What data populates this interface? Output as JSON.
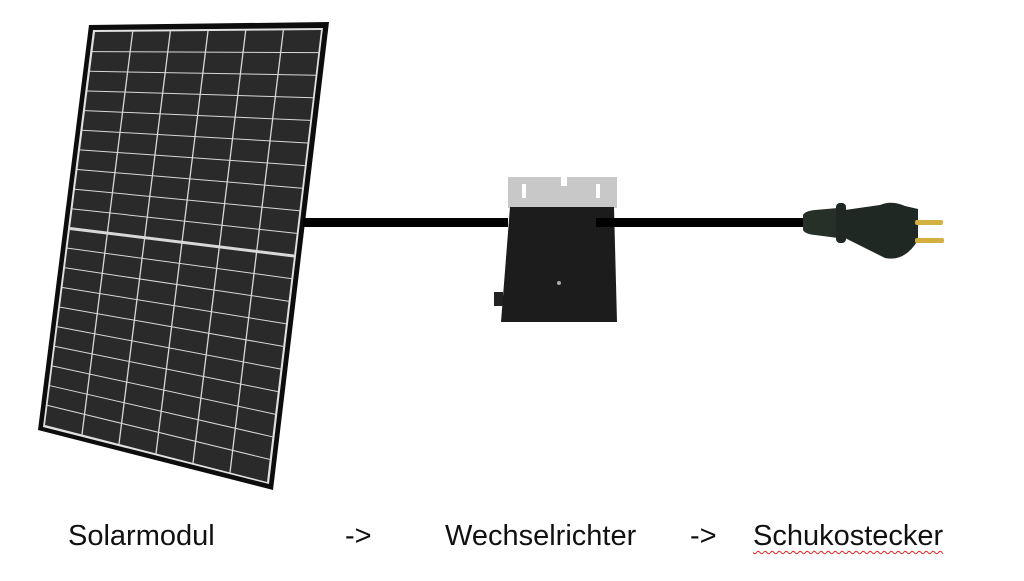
{
  "labels": {
    "solar_module": "Solarmodul",
    "arrow_1": "->",
    "inverter": "Wechselrichter",
    "arrow_2": "->",
    "plug": "Schukostecker"
  },
  "panel": {
    "columns": 6,
    "rows_per_half": 10
  },
  "colors": {
    "cell": "#2a2a2a",
    "grid": "#d8d8d8",
    "frame": "#0d0d0d",
    "cable": "#000000",
    "bracket": "#c8c8c8",
    "pins": "#d4b040",
    "spellcheck": "#e02020"
  }
}
